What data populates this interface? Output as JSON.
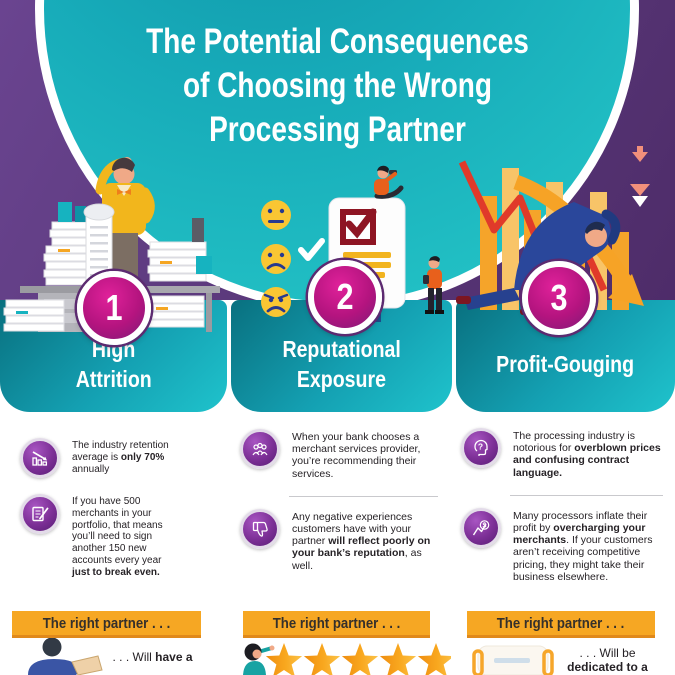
{
  "title": {
    "lines": [
      "The Potential Consequences",
      "of Choosing the Wrong",
      "Processing Partner"
    ]
  },
  "columns": [
    {
      "number": "1",
      "title_line1": "High",
      "title_line2": "Attrition",
      "items": [
        {
          "icon": "declining-chart-icon",
          "text_html": "The industry retention average is <b>only 70%</b> annually"
        },
        {
          "icon": "contract-signing-icon",
          "text_html": "If you have 500 merchants in your portfolio, that means you’ll need to sign another 150 new accounts every year <b>just to break even.</b>"
        }
      ],
      "banner_label": "The right partner . . .",
      "footer_html": ". . . Will <b>have a</b>"
    },
    {
      "number": "2",
      "title_line1": "Reputational",
      "title_line2": "Exposure",
      "items": [
        {
          "icon": "customer-group-icon",
          "text_html": "When your bank chooses a merchant services provider, you’re recommending their services."
        },
        {
          "icon": "thumbs-down-icon",
          "text_html": "Any negative experiences customers have with your partner <b>will reflect poorly on your bank’s reputation</b>, as well."
        }
      ],
      "banner_label": "The right partner . . .",
      "footer_html": ""
    },
    {
      "number": "3",
      "title_line1": "Profit-Gouging",
      "title_line2": "",
      "items": [
        {
          "icon": "confused-head-icon",
          "text_html": "The processing industry is notorious for <b>overblown prices and confusing contract language.</b>"
        },
        {
          "icon": "overcharge-chart-icon",
          "text_html": "Many processors inflate their profit by <b>overcharging your merchants</b>. If your customers aren’t receiving competitive pricing, they might take their business elsewhere."
        }
      ],
      "banner_label": "The right partner . . .",
      "footer_html": ". . . Will be <b>dedicated to a</b>"
    }
  ],
  "colors": {
    "background_purple": "#5c3a7d",
    "circle_teal": "#1bb5c0",
    "header_teal_dark": "#09707f",
    "header_teal_light": "#1fc3cc",
    "number_magenta": "#b4147f",
    "banner_orange": "#f6a723",
    "icon_purple": "#7c2f96",
    "star_orange": "#f6a41f",
    "text_dark": "#262226",
    "title_white": "#ffffff"
  }
}
